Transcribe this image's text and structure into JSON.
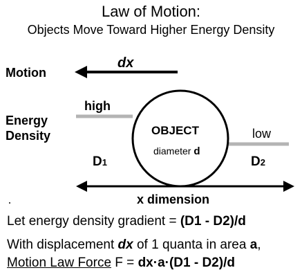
{
  "title": "Law of Motion:",
  "subtitle": "Objects Move Toward Higher Energy Density",
  "labels": {
    "motion": "Motion",
    "dx": "dx",
    "energy_line1": "Energy",
    "energy_line2": "Density",
    "high": "high",
    "low": "low",
    "object": "OBJECT",
    "diameter_prefix": "diameter",
    "diameter_symbol": "d",
    "d1_main": "D",
    "d1_sub": "1",
    "d2_main": "D",
    "d2_sub": "2",
    "x_dimension": "x dimension"
  },
  "text_lines": {
    "gradient_prefix": "Let energy density gradient = ",
    "gradient_formula": "(D1 - D2)/d",
    "disp_prefix": "With displacement ",
    "disp_dx": "dx",
    "disp_suffix": " of 1 quanta in area ",
    "disp_a": "a",
    "disp_comma": ",",
    "force_link": "Motion Law Force",
    "force_eq": " F = ",
    "force_formula": "dx·a·(D1 - D2)/d"
  },
  "colors": {
    "energy_line": "#b4b4b4"
  }
}
